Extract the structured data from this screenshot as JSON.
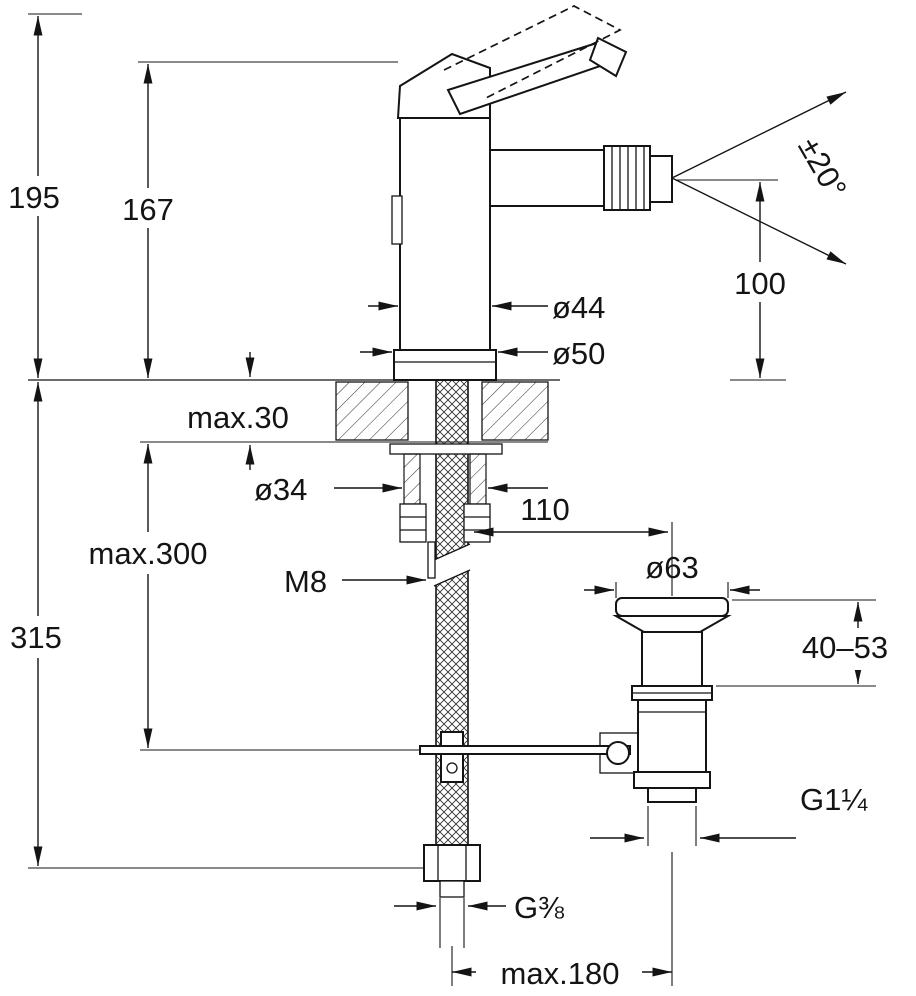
{
  "drawing": {
    "type": "technical-installation-diagram",
    "subject": "bidet single-lever mixer with pop-up waste",
    "line_color": "#141414",
    "background": "#ffffff"
  },
  "labels": {
    "overall_height": "195",
    "body_height": "167",
    "spout_angle": "±20°",
    "spout_height": "100",
    "body_diameter": "ø44",
    "base_diameter": "ø50",
    "deck_thickness": "max.30",
    "hole_diameter": "ø34",
    "spout_reach": "110",
    "hose_clearance": "max.300",
    "stud_thread": "M8",
    "waste_flange_diameter": "ø63",
    "supply_height": "315",
    "plug_travel": "40–53",
    "waste_thread": "G1¼",
    "supply_thread": "G⅜",
    "rod_reach": "max.180"
  }
}
